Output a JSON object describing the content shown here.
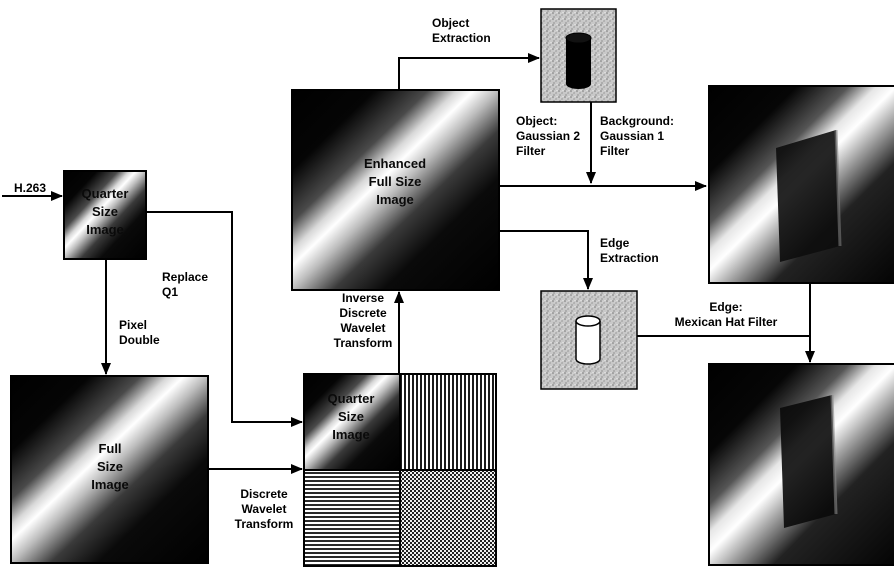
{
  "input_label": "H.263",
  "quarter_image_label": [
    "Quarter",
    "Size",
    "Image"
  ],
  "full_image_label": [
    "Full",
    "Size",
    "Image"
  ],
  "enhanced_image_label": [
    "Enhanced",
    "Full Size",
    "Image"
  ],
  "wavelet_quarter_label": [
    "Quarter",
    "Size",
    "Image"
  ],
  "labels": {
    "object_extraction": [
      "Object",
      "Extraction"
    ],
    "object_filter": [
      "Object:",
      "Gaussian 2",
      "Filter"
    ],
    "background_filter": [
      "Background:",
      "Gaussian 1",
      "Filter"
    ],
    "edge_extraction": [
      "Edge",
      "Extraction"
    ],
    "edge_filter": [
      "Edge:",
      "Mexican Hat Filter"
    ],
    "replace_q1": [
      "Replace",
      "Q1"
    ],
    "pixel_double": [
      "Pixel",
      "Double"
    ],
    "idwt": [
      "Inverse",
      "Discrete",
      "Wavelet",
      "Transform"
    ],
    "dwt": [
      "Discrete",
      "Wavelet",
      "Transform"
    ]
  },
  "colors": {
    "ink": "#000000",
    "stipple": "#b9b9b9",
    "stipple_dark": "#7a7a7a"
  },
  "icons": [
    "cylinder-icon",
    "cylinder-outline-icon"
  ]
}
